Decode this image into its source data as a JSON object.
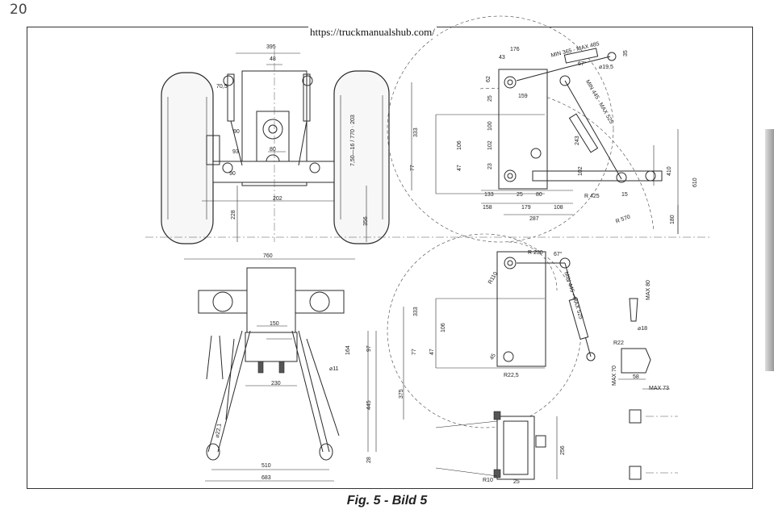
{
  "page": {
    "number": "20",
    "url": "https://truckmanualshub.com/",
    "caption": "Fig. 5 - Bild 5"
  },
  "dims": {
    "d395": "395",
    "d48": "48",
    "d70_5": "70,5",
    "tire_spec": "7,50—16 / 770 · 203",
    "d90": "90",
    "d93": "93",
    "d80": "80",
    "d90b": "90",
    "d202": "202",
    "d228": "228",
    "d356": "356",
    "d760": "760",
    "d176": "176",
    "d43": "43",
    "d62": "62",
    "d25": "25",
    "d159": "159",
    "min_max_top": "MIN 365 - MAX 485",
    "d67": "67°",
    "d19_5": "⌀19,5",
    "d35": "35",
    "min_max_rod": "MIN 445 - MAX 525",
    "d333": "333",
    "d100": "100",
    "d102": "102",
    "d106": "106",
    "d23": "23",
    "d47": "47",
    "d77": "77",
    "d243": "243",
    "d102b": "102",
    "d133": "133",
    "d25b": "25",
    "d80b": "80",
    "d158": "158",
    "d179": "179",
    "d108": "108",
    "d287": "287",
    "r425": "R 425",
    "d15": "15",
    "r570": "R 570",
    "d410": "410",
    "d610": "610",
    "d180": "180",
    "r230": "R 230",
    "d67b": "67°",
    "r110": "R110",
    "d333b": "333",
    "d106b": "106",
    "d77b": "77",
    "d47b": "47",
    "d45": "45",
    "r22_5": "R22,5",
    "min_max_rod2": "MIN 445 - MAX 525",
    "d375": "375",
    "max80": "MAX 80",
    "d18": "⌀18",
    "r22": "R22",
    "max70": "MAX 70",
    "d58": "58",
    "max73": "MAX 73",
    "d150": "150",
    "d164": "164",
    "d97": "97",
    "d230": "230",
    "d11": "⌀11",
    "d445": "445",
    "d22_1": "⌀22,1",
    "d510": "510",
    "d683": "683",
    "d28": "28",
    "d256": "256",
    "r10": "R10",
    "d25c": "25"
  }
}
